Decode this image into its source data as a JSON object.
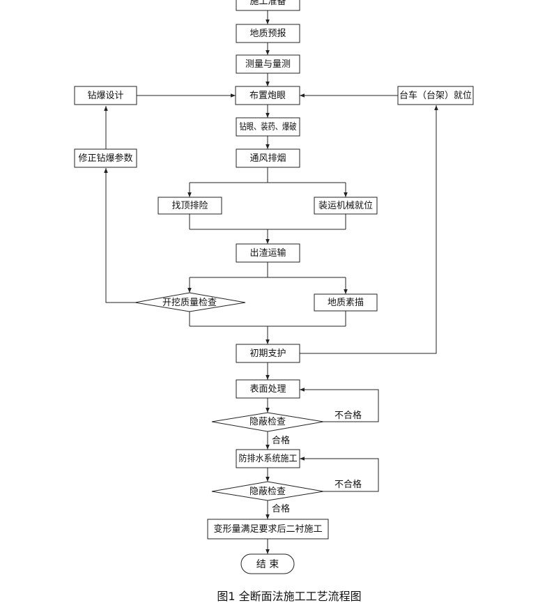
{
  "nodes": {
    "shigong_zhunbei": "施工准备",
    "dizhi_yubao": "地质预报",
    "celiang": "测量与量测",
    "buzhi_paoyan": "布置炮眼",
    "zuanbao_sheji": "钻爆设计",
    "taiche_jiuwei": "台车（台架）就位",
    "zuanyan_zhuangyao": "钻眼、装药、爆破",
    "xiuzheng_canshu": "修正钻爆参数",
    "tongfeng_paiyan": "通风排烟",
    "zhaoding_paixian": "找顶排险",
    "zhuangyun_jixie": "装运机械就位",
    "chuzha_yunshu": "出渣运输",
    "kaiwa_jiancha": "开挖质量检查",
    "dizhi_sumiao": "地质素描",
    "chuqi_zhihu": "初期支护",
    "biaomian_chuli": "表面处理",
    "yinbi_jiancha_1": "隐蔽检查",
    "fangpaishui": "防排水系统施工",
    "yinbi_jiancha_2": "隐蔽检查",
    "erchen_shigong": "变形量满足要求后二衬施工",
    "jieshu": "结 束"
  },
  "edge_labels": {
    "buhege_1": "不合格",
    "hege_1": "合格",
    "buhege_2": "不合格",
    "hege_2": "合格"
  },
  "caption": "图1  全断面法施工工艺流程图"
}
